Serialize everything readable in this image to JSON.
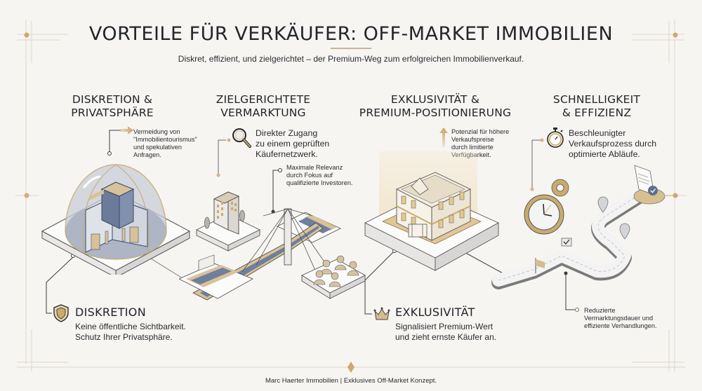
{
  "header": {
    "title": "VORTEILE FÜR VERKÄUFER: OFF-MARKET IMMOBILIEN",
    "subtitle": "Diskret, effizient, und zielgerichtet – der Premium-Weg zum erfolgreichen Immobilienverkauf."
  },
  "columns": [
    {
      "heading_line1": "DISKRETION &",
      "heading_line2": "PRIVATSPHÄRE",
      "note_icon": "arrow-right-icon",
      "note": [
        "Vermeidung von",
        "\"Immobilientourismus\"",
        "und spekulativen",
        "Anfragen."
      ],
      "illustration": "domed-building-illustration",
      "callout": {
        "icon": "shield-icon",
        "title": "DISKRETION",
        "text": [
          "Keine öffentliche Sichtbarkeit.",
          "Schutz Ihrer Privatsphäre."
        ]
      }
    },
    {
      "heading_line1": "ZIELGERICHTETE",
      "heading_line2": "VERMARKTUNG",
      "note_icon": "magnifier-icon",
      "note": [
        "Direkter Zugang",
        "zu einem geprüften",
        "Käufernetzwerk."
      ],
      "note2": [
        "Maximale Relevanz",
        "durch Fokus auf",
        "qualifizierte Investoren."
      ],
      "illustration": "bridge-network-illustration"
    },
    {
      "heading_line1": "EXKLUSIVITÄT &",
      "heading_line2": "PREMIUM-POSITIONIERUNG",
      "note_icon": "arrow-up-icon",
      "note": [
        "Potenzial für höhere",
        "Verkaufspreise",
        "durch limitierte",
        "Verfügbarkeit."
      ],
      "illustration": "villa-illustration",
      "callout": {
        "icon": "crown-icon",
        "title": "EXKLUSIVITÄT",
        "text": [
          "Signalisiert Premium-Wert",
          "und zieht ernste Käufer an."
        ]
      }
    },
    {
      "heading_line1": "SCHNELLIGKEIT",
      "heading_line2": "& EFFIZIENZ",
      "note_icon": "stopwatch-icon",
      "note": [
        "Beschleunigter",
        "Verkaufsprozess durch",
        "optimierte Abläufe."
      ],
      "note2": [
        "Reduzierte",
        "Vermarktungsdauer und",
        "effiziente Verhandlungen."
      ],
      "illustration": "clock-road-illustration"
    }
  ],
  "footer": {
    "text": "Marc Haerter Immobilien | Exklusives Off-Market Konzept."
  },
  "colors": {
    "background": "#f6f5f2",
    "gold": "#c9ab6e",
    "slate": "#6f7f9c",
    "ink": "#222429",
    "frame": "#d8d2c6"
  }
}
